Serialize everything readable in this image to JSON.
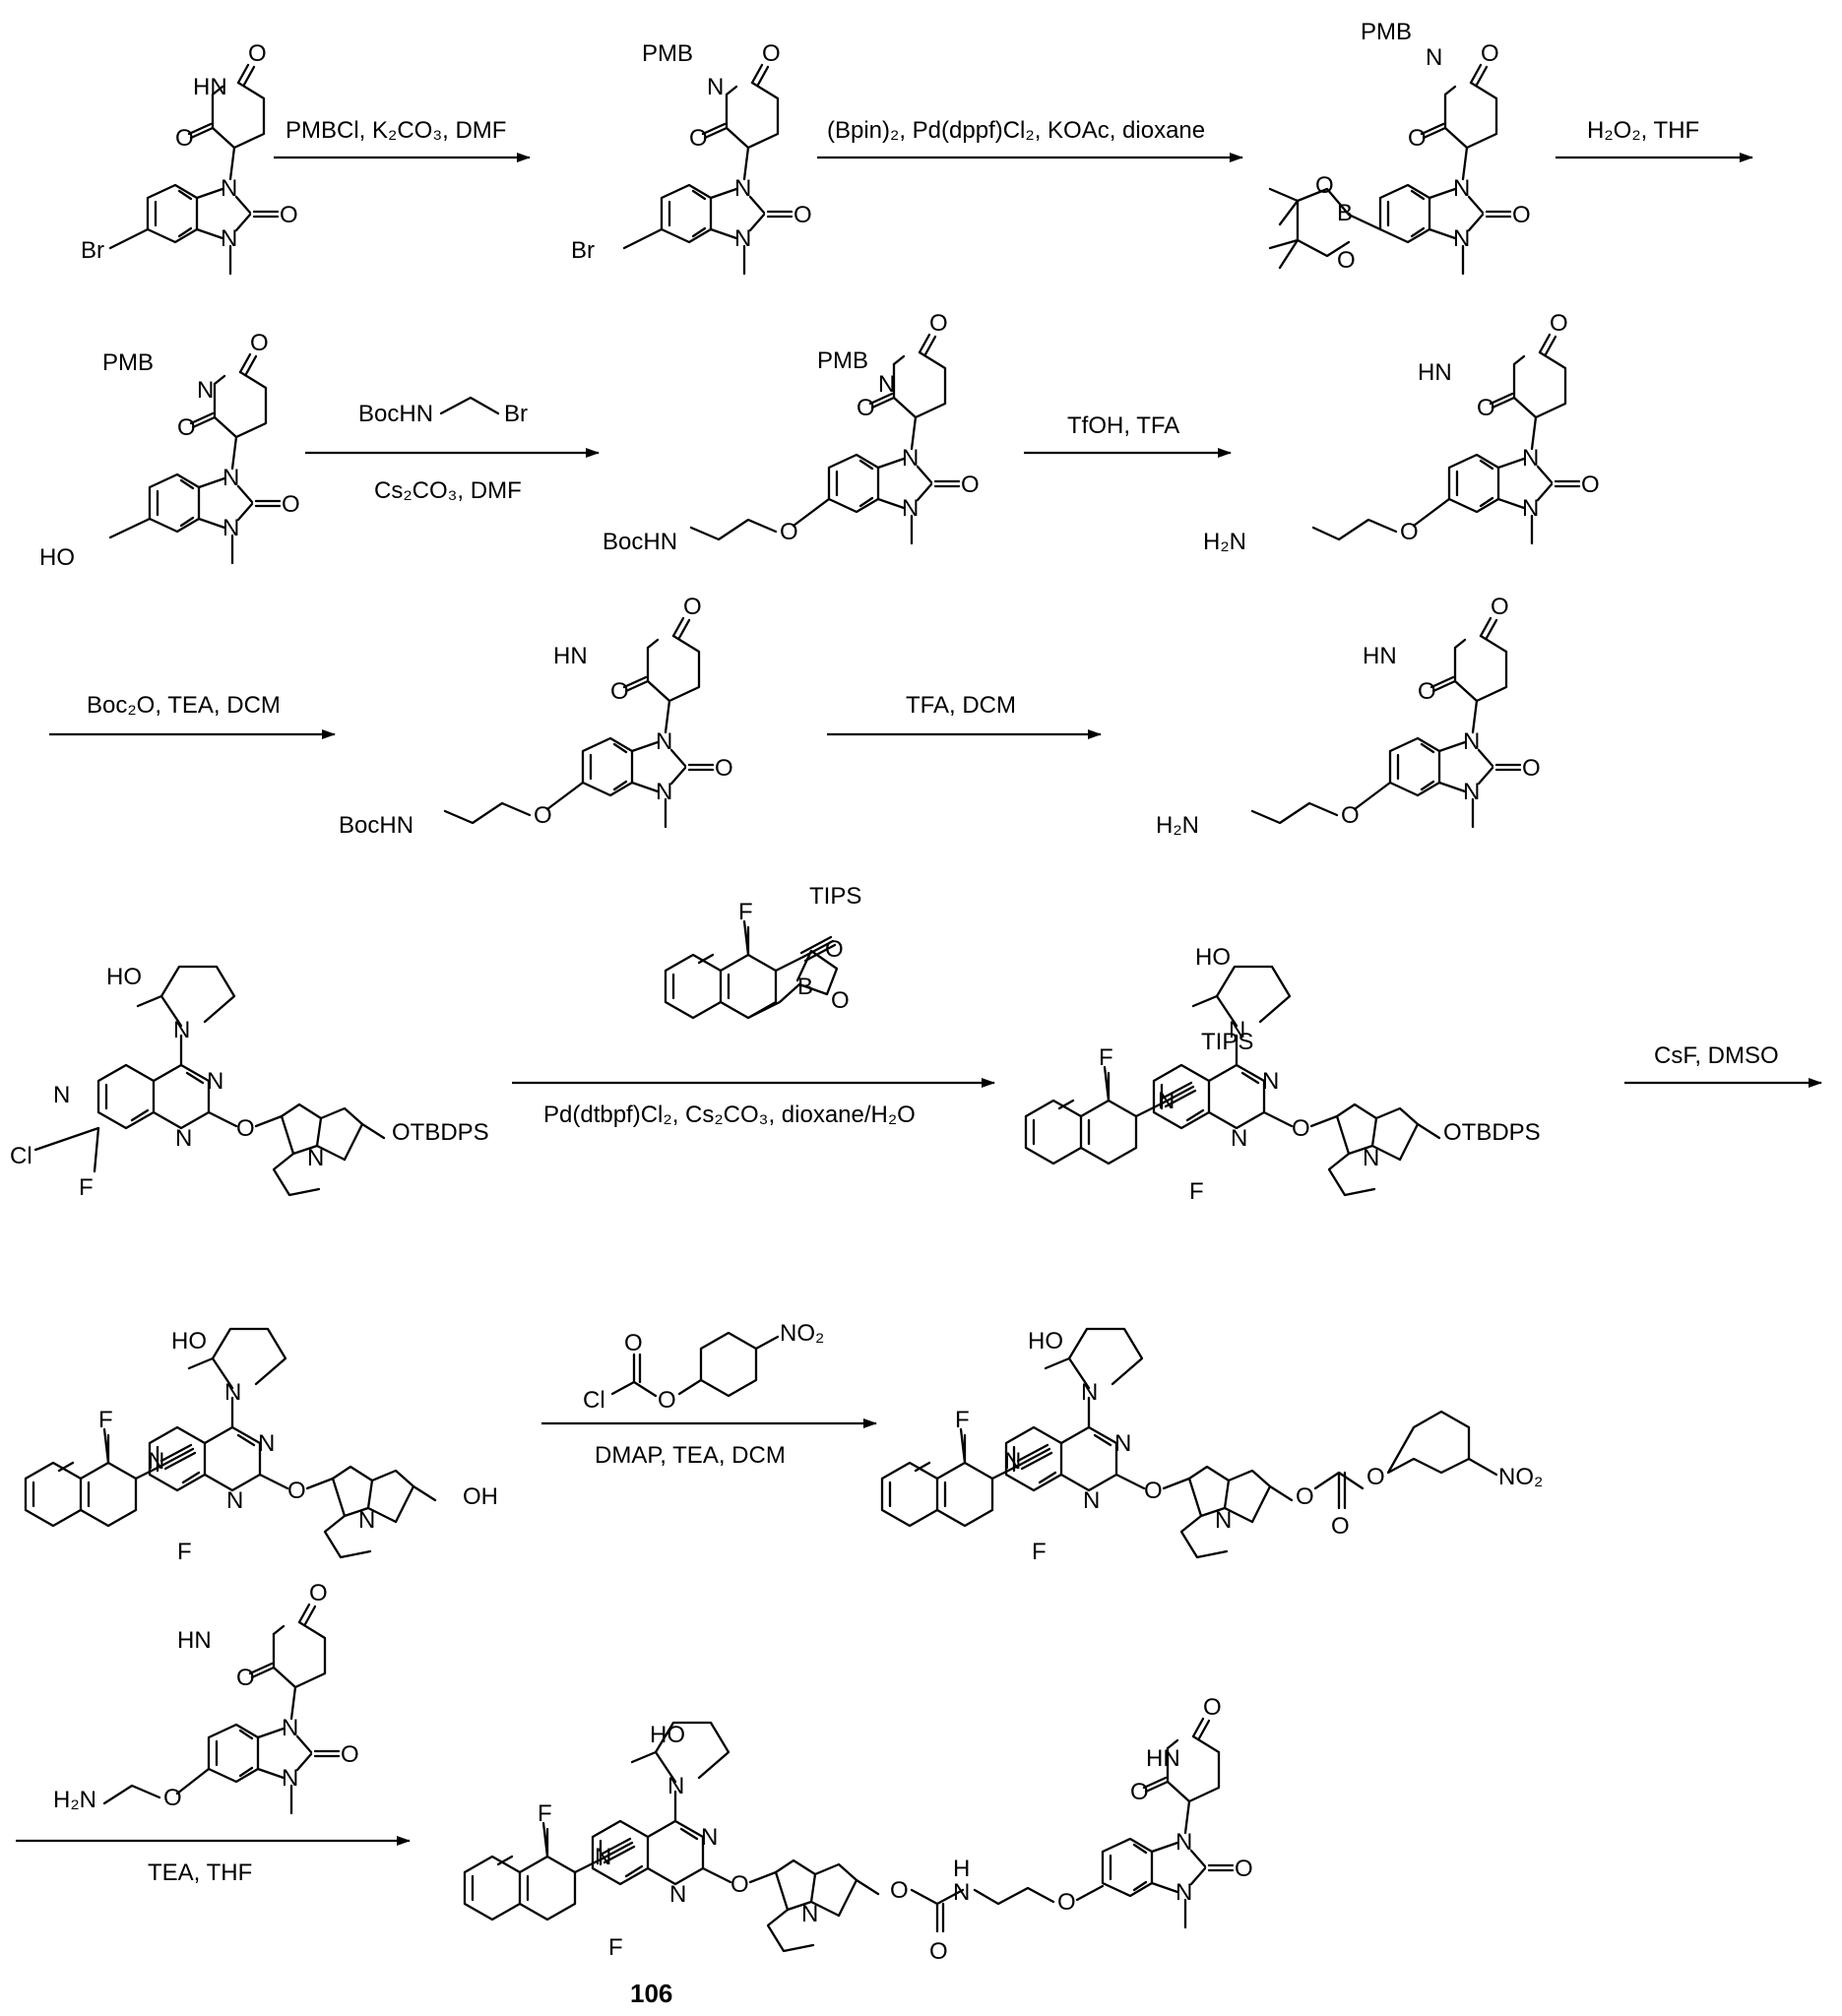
{
  "steps": [
    {
      "above": "PMBCl, K₂CO₃, DMF",
      "below": ""
    },
    {
      "above": "(Bpin)₂, Pd(dppf)Cl₂, KOAc, dioxane",
      "below": ""
    },
    {
      "above": "H₂O₂, THF",
      "below": ""
    },
    {
      "above": "",
      "below": "Cs₂CO₃, DMF"
    },
    {
      "above": "TfOH, TFA",
      "below": ""
    },
    {
      "above": "Boc₂O, TEA, DCM",
      "below": ""
    },
    {
      "above": "TFA, DCM",
      "below": ""
    },
    {
      "above": "",
      "below": "Pd(dtbpf)Cl₂, Cs₂CO₃, dioxane/H₂O"
    },
    {
      "above": "CsF, DMSO",
      "below": ""
    },
    {
      "above": "",
      "below": "DMAP, TEA, DCM"
    },
    {
      "above": "",
      "below": "TEA, THF"
    }
  ],
  "labels": {
    "br": "Br",
    "hn": "HN",
    "pmb": "PMB",
    "n": "N",
    "o": "O",
    "b": "B",
    "ho": "HO",
    "h2n": "H₂N",
    "bochn": "BocHN",
    "f": "F",
    "cl": "Cl",
    "tips": "TIPS",
    "otbdps": "OTBDPS",
    "oh": "OH",
    "no2": "NO₂",
    "h": "H"
  },
  "compound_number": "106"
}
